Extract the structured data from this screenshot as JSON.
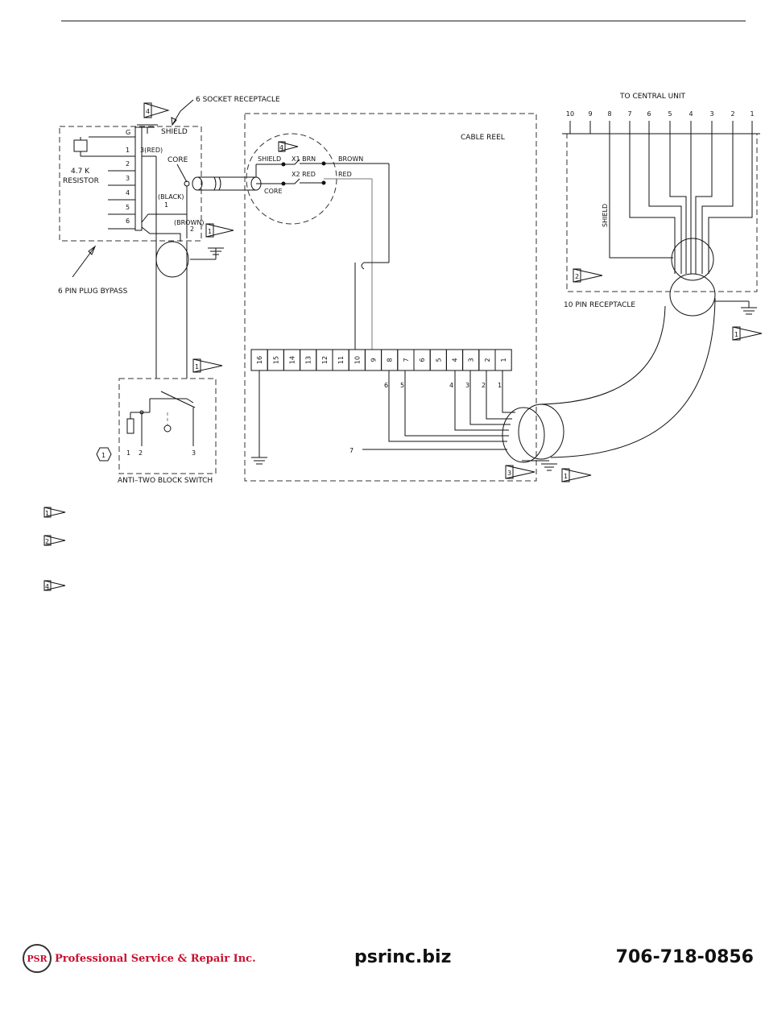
{
  "labels": {
    "socket_receptacle": "6 SOCKET RECEPTACLE",
    "shield": "SHIELD",
    "g": "G",
    "pin1": "1",
    "red3": "3(RED)",
    "pin2": "2",
    "pin3": "3",
    "pin4": "4",
    "pin5": "5",
    "pin6": "6",
    "resistor_value": "4.7 K",
    "resistor": "RESISTOR",
    "core": "CORE",
    "black": "(BLACK)",
    "black_num": "1",
    "brown_paren": "(BROWN)",
    "brown_num": "2",
    "plug_bypass": "6 PIN PLUG BYPASS",
    "cable_reel": "CABLE REEL",
    "slip_shield": "SHIELD",
    "x1_brn": "X1 BRN",
    "x2_red": "X2 RED",
    "slip_core": "CORE",
    "brown": "BROWN",
    "red": "RED",
    "to_central_unit": "TO CENTRAL UNIT",
    "ten_pin_receptacle": "10 PIN RECEPTACLE",
    "anti_two_block_switch": "ANTI–TWO BLOCK SWITCH",
    "sw1": "1",
    "sw2": "2",
    "sw3": "3",
    "reel_wire_7": "7"
  },
  "terminal_strip": [
    "16",
    "15",
    "14",
    "13",
    "12",
    "11",
    "10",
    "9",
    "8",
    "7",
    "6",
    "5",
    "4",
    "3",
    "2",
    "1"
  ],
  "reel_wire_labels": [
    "6",
    "5",
    "4",
    "3",
    "2",
    "1"
  ],
  "central_pins": [
    "10",
    "9",
    "8",
    "7",
    "6",
    "5",
    "4",
    "3",
    "2",
    "1"
  ],
  "note_flags": {
    "f4_socket": "4",
    "f4_slipring": "4",
    "f1_socket": "1",
    "f1_switch": "1",
    "f2_receptacle": "2",
    "f1_receptacle": "1",
    "f3_reel": "3",
    "f1_reel": "1",
    "hex_switch": "1",
    "legend_1": "1",
    "legend_2": "2",
    "legend_4": "4"
  },
  "footer": {
    "logo_mark": "PSR",
    "company": "Professional Service & Repair Inc.",
    "website": "psrinc.biz",
    "phone": "706-718-0856"
  }
}
